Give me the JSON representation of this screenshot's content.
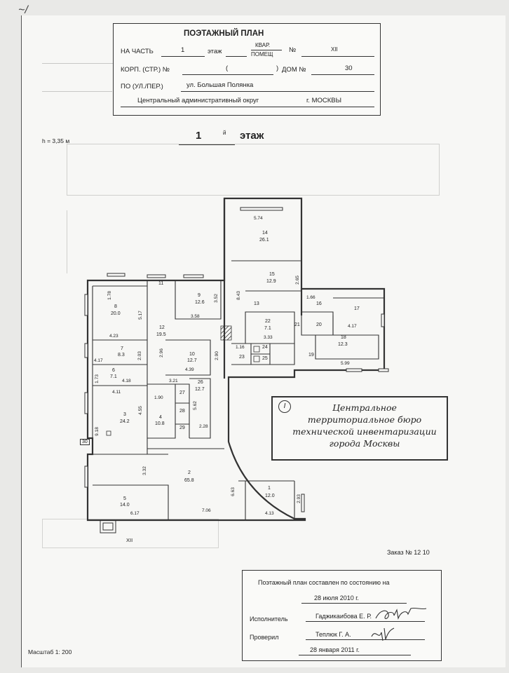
{
  "corner_mark": "~/",
  "header": {
    "title": "ПОЭТАЖНЫЙ ПЛАН",
    "na_chast_label": "НА ЧАСТЬ",
    "na_chast_value": "1",
    "etazh_label": "этаж",
    "kvar_label": "КВАР.",
    "pomesh_label": "ПОМЕЩ",
    "no_label": "№",
    "pomesh_value": "XII",
    "korp_label": "КОРП. (СТР.) №",
    "korp_open": "(",
    "korp_close": ")",
    "dom_label": "ДОМ №",
    "dom_value": "30",
    "street_label": "ПО (УЛ./ПЕР.)",
    "street_value": "ул. Большая Полянка",
    "district_value": "Центральный административный округ",
    "city_value": "г. МОСКВЫ"
  },
  "height_label": "h = 3,35 м",
  "floor": {
    "number": "1",
    "suffix": "й",
    "word": "этаж"
  },
  "rooms": [
    {
      "n": "1",
      "area": "12.0"
    },
    {
      "n": "2",
      "area": "65.8"
    },
    {
      "n": "3",
      "area": "24.2"
    },
    {
      "n": "4",
      "area": "10.8"
    },
    {
      "n": "5",
      "area": "14.0"
    },
    {
      "n": "6",
      "area": "7.1"
    },
    {
      "n": "7",
      "area": "8.3"
    },
    {
      "n": "8",
      "area": "20.0"
    },
    {
      "n": "9",
      "area": "12.6"
    },
    {
      "n": "10",
      "area": "12.7"
    },
    {
      "n": "11",
      "area": ""
    },
    {
      "n": "12",
      "area": "19.5"
    },
    {
      "n": "13",
      "area": ""
    },
    {
      "n": "14",
      "area": "26.1"
    },
    {
      "n": "15",
      "area": "12.9"
    },
    {
      "n": "16",
      "area": ""
    },
    {
      "n": "17",
      "area": ""
    },
    {
      "n": "18",
      "area": "12.3"
    },
    {
      "n": "19",
      "area": ""
    },
    {
      "n": "20",
      "area": ""
    },
    {
      "n": "21",
      "area": ""
    },
    {
      "n": "22",
      "area": "7.1"
    },
    {
      "n": "23",
      "area": ""
    },
    {
      "n": "24",
      "area": ""
    },
    {
      "n": "25",
      "area": ""
    },
    {
      "n": "26",
      "area": "12.7"
    },
    {
      "n": "27",
      "area": ""
    },
    {
      "n": "28",
      "area": ""
    },
    {
      "n": "29",
      "area": ""
    },
    {
      "n": "30",
      "area": ""
    }
  ],
  "dims": [
    "5.74",
    "8.43",
    "2.65",
    "3.52",
    "3.58",
    "5.17",
    "4.23",
    "1.78",
    "2.03",
    "4.17",
    "1.73",
    "4.18",
    "4.11",
    "4.55",
    "9.18",
    "2.96",
    "4.39",
    "2.90",
    "3.21",
    "1.90",
    "5.62",
    "2.28",
    "3.32",
    "6.17",
    "7.06",
    "6.63",
    "4.13",
    "2.93",
    "1.66",
    "4.17",
    "5.99",
    "1.16",
    "3.33"
  ],
  "plan_mark": "XII",
  "bti_stamp": {
    "circle": "I",
    "lines": [
      "Центральное",
      "территориальное бюро",
      "технической инвентаризации",
      "города Москвы"
    ]
  },
  "order": "Заказ № 12 10",
  "footer": {
    "state_line": "Поэтажный план составлен по состоянию на",
    "state_date": "28 июля 2010 г.",
    "executor_label": "Исполнитель",
    "executor_name": "Гаджикаибова Е. Р.",
    "checker_label": "Проверил",
    "checker_name": "Теплюк Г. А.",
    "sign_date": "28 января 2011 г."
  },
  "scale": "Масштаб 1: 200"
}
